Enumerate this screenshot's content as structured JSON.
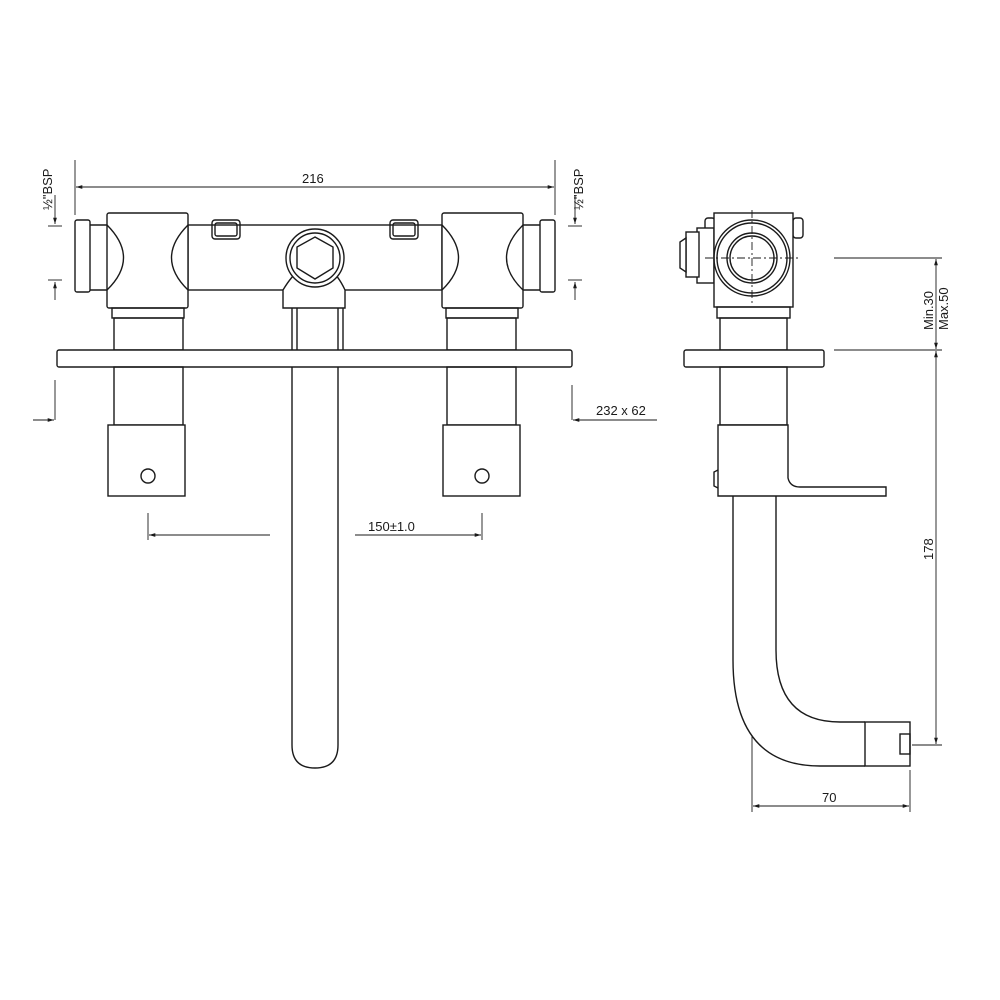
{
  "drawing": {
    "front_view": {
      "width_dim": "216",
      "centers_dim": "150±1.0",
      "plate_dim": "232 x 62",
      "inlet_left": "½\"BSP",
      "inlet_right": "½\"BSP"
    },
    "side_view": {
      "depth_min": "Min.30",
      "depth_max": "Max.50",
      "spout_height": "178",
      "spout_reach": "70"
    }
  }
}
